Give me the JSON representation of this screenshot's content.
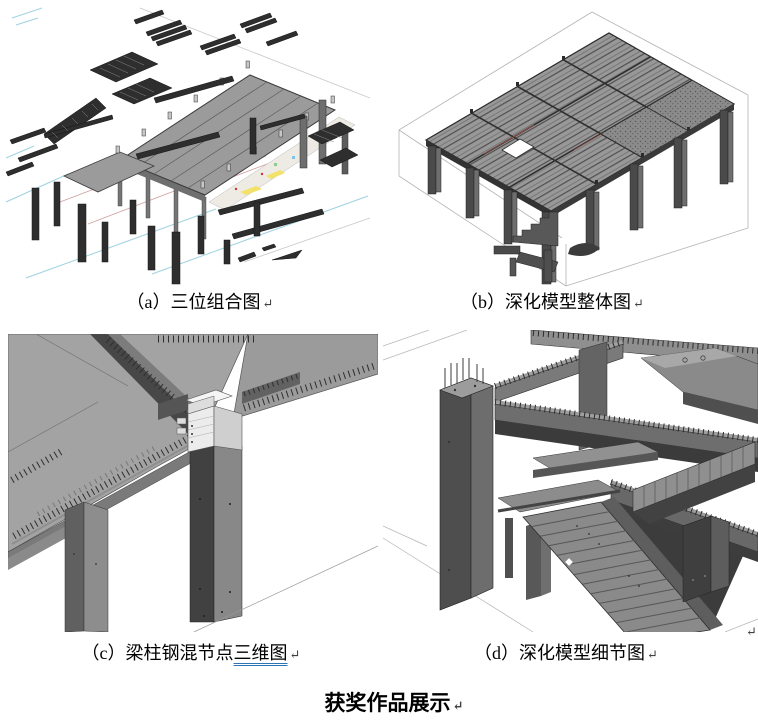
{
  "document": {
    "title": "获奖作品展示",
    "paragraph_mark": "↵",
    "underline_color": "#2e74b5",
    "figures": [
      {
        "label": "a",
        "caption": "（a）三位组合图",
        "underlined_suffix": "",
        "image_name": "exploded-3d-assembly-view"
      },
      {
        "label": "b",
        "caption": "（b）深化模型整体图",
        "underlined_suffix": "",
        "image_name": "detailed-model-overall-view"
      },
      {
        "label": "c",
        "caption": "（c）梁柱钢混节点",
        "underlined_suffix": "三维图",
        "image_name": "beam-column-steel-concrete-joint-3d-view"
      },
      {
        "label": "d",
        "caption": "（d）深化模型细节图",
        "underlined_suffix": "",
        "image_name": "detailed-model-detail-view"
      }
    ]
  }
}
